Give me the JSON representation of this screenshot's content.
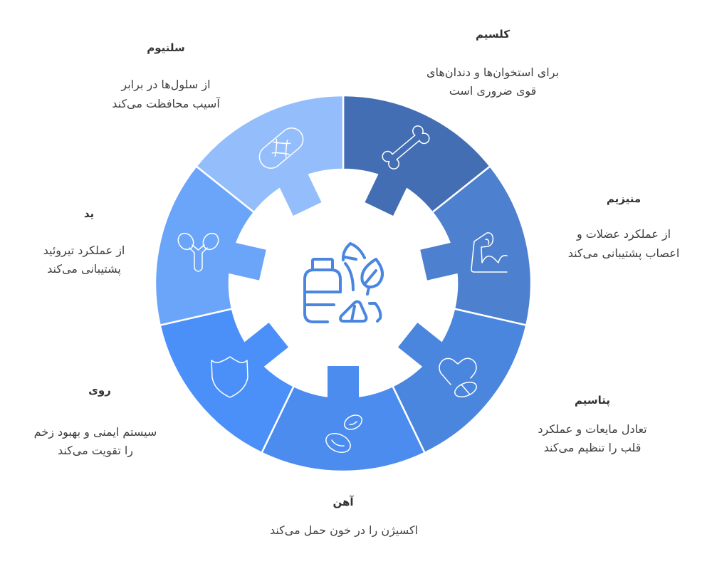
{
  "center_icon": {
    "name": "supplements-icon",
    "color": "#4A86DF"
  },
  "separator_color": "#FFFFFF",
  "segments": [
    {
      "title": "کلسیم",
      "description": [
        "برای استخوان‌ها و دندان‌های",
        "قوی ضروری است"
      ],
      "color": "#436EB4",
      "icon": "bone-icon"
    },
    {
      "title": "منیزیم",
      "description": [
        "از عملکرد عضلات و",
        "اعصاب پشتیبانی می‌کند"
      ],
      "color": "#4D80CF",
      "icon": "flexed-arm-icon"
    },
    {
      "title": "پتاسیم",
      "description": [
        "تعادل مایعات و عملکرد",
        "قلب را تنظیم می‌کند"
      ],
      "color": "#4A86DE",
      "icon": "heart-pill-icon"
    },
    {
      "title": "آهن",
      "description": [
        "اکسیژن را در خون حمل می‌کند"
      ],
      "color": "#4B8CEE",
      "icon": "blood-cells-icon"
    },
    {
      "title": "روی",
      "description": [
        "سیستم ایمنی و بهبود زخم",
        "را تقویت می‌کند"
      ],
      "color": "#4B90F8",
      "icon": "shield-icon"
    },
    {
      "title": "ید",
      "description": [
        "از عملکرد تیروئید",
        "پشتیبانی می‌کند"
      ],
      "color": "#6BA5FA",
      "icon": "thyroid-icon"
    },
    {
      "title": "سلنیوم",
      "description": [
        "از سلول‌ها در برابر",
        "آسیب محافظت می‌کند"
      ],
      "color": "#94BDFC",
      "icon": "bandage-icon"
    }
  ]
}
